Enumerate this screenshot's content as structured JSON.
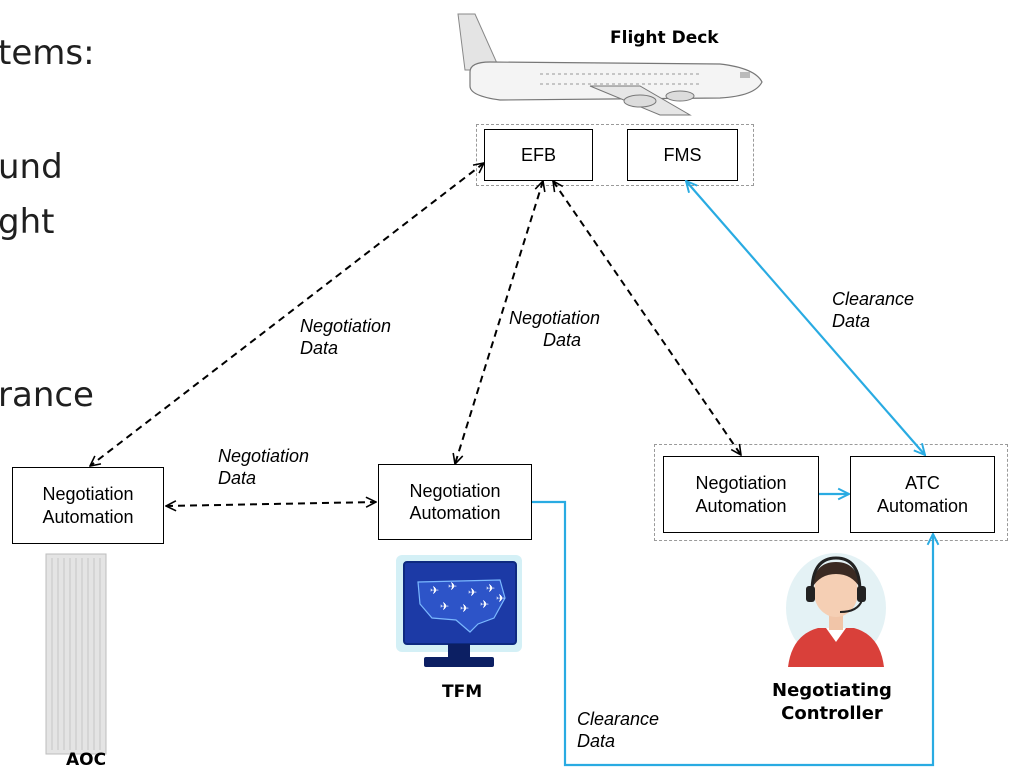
{
  "slide_text": {
    "line1": "tems:",
    "line2": "und",
    "line3": "ght",
    "line4": "rance"
  },
  "flight_deck": {
    "title": "Flight Deck",
    "efb": "EFB",
    "fms": "FMS"
  },
  "aoc": {
    "box_line1": "Negotiation",
    "box_line2": "Automation",
    "caption": "AOC"
  },
  "tfm": {
    "box_line1": "Negotiation",
    "box_line2": "Automation",
    "caption": "TFM"
  },
  "atc_group": {
    "neg_line1": "Negotiation",
    "neg_line2": "Automation",
    "atc_line1": "ATC",
    "atc_line2": "Automation",
    "caption_line1": "Negotiating",
    "caption_line2": "Controller"
  },
  "labels": {
    "neg_efb_aoc_1": "Negotiation",
    "neg_efb_aoc_2": "Data",
    "neg_efb_tfm_1": "Negotiation",
    "neg_efb_tfm_2": "Data",
    "neg_aoc_tfm_1": "Negotiation",
    "neg_aoc_tfm_2": "Data",
    "clr_fms_1": "Clearance",
    "clr_fms_2": "Data",
    "clr_tfm_1": "Clearance",
    "clr_tfm_2": "Data"
  },
  "colors": {
    "clearance": "#29abe2",
    "negotiation": "#000000"
  }
}
